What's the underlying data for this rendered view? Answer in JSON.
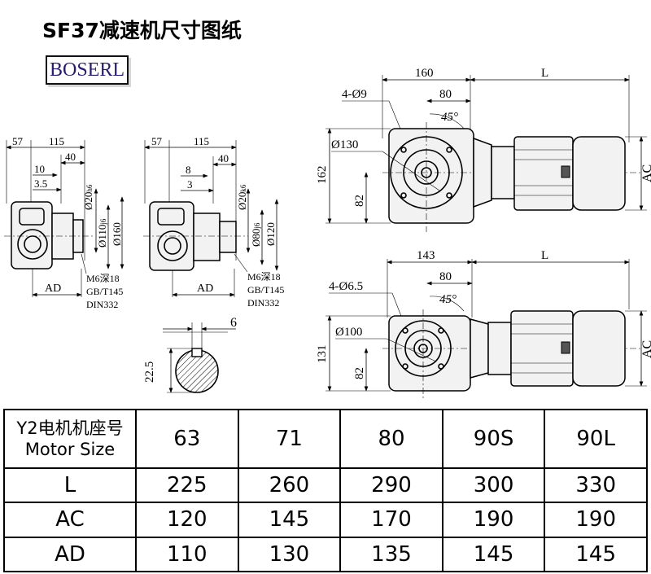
{
  "title": "SF37减速机尺寸图纸",
  "brand": "BOSERL",
  "drawing": {
    "left_view": {
      "d57": "57",
      "d115": "115",
      "d40": "40",
      "d10": "10",
      "d3_5": "3.5",
      "shaft": "Ø20",
      "shaft_tol": "h6",
      "pilot": "Ø110",
      "pilot_tol": "j6",
      "flange": "Ø160",
      "ad": "AD",
      "thread1": "M6深18",
      "thread2": "GB/T145",
      "thread3": "DIN332"
    },
    "middle_view": {
      "d57": "57",
      "d115": "115",
      "d40": "40",
      "d8": "8",
      "d3": "3",
      "shaft": "Ø20",
      "shaft_tol": "k6",
      "pilot": "Ø80",
      "pilot_tol": "j6",
      "flange": "Ø120",
      "ad": "AD",
      "thread1": "M6深18",
      "thread2": "GB/T145",
      "thread3": "DIN332"
    },
    "key_section": {
      "width": "6",
      "height": "22.5"
    },
    "top_right_view": {
      "d160": "160",
      "L": "L",
      "holes": "4-Ø9",
      "d80": "80",
      "angle": "45°",
      "pcd": "Ø130",
      "height": "162",
      "d82": "82",
      "ac": "AC"
    },
    "bottom_right_view": {
      "d143": "143",
      "L": "L",
      "holes": "4-Ø6.5",
      "d80": "80",
      "angle": "45°",
      "pcd": "Ø100",
      "height": "131",
      "d82": "82",
      "ac": "AC"
    }
  },
  "table": {
    "header_line1": "Y2电机机座号",
    "header_line2": "Motor Size",
    "sizes": [
      "63",
      "71",
      "80",
      "90S",
      "90L"
    ],
    "rows": [
      {
        "label": "L",
        "values": [
          "225",
          "260",
          "290",
          "300",
          "330"
        ]
      },
      {
        "label": "AC",
        "values": [
          "120",
          "145",
          "170",
          "190",
          "190"
        ]
      },
      {
        "label": "AD",
        "values": [
          "110",
          "130",
          "135",
          "145",
          "145"
        ]
      }
    ]
  }
}
